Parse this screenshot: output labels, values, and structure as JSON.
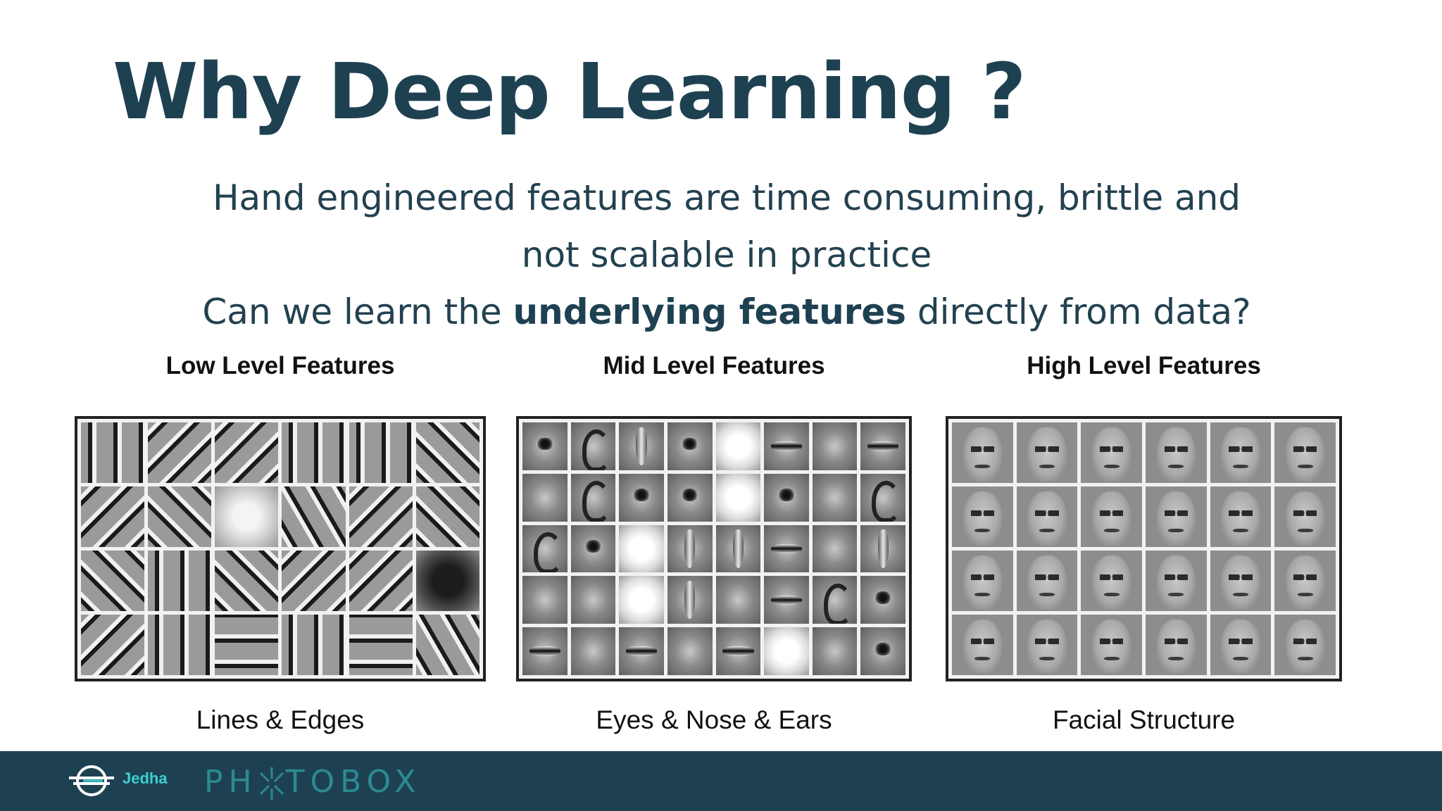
{
  "slide": {
    "title": "Why Deep Learning ?",
    "line1": "Hand engineered features are time consuming, brittle and",
    "line2": "not scalable in practice",
    "line3": {
      "before": "Can we learn the ",
      "bold": "underlying features",
      "after": " directly from data?"
    }
  },
  "panels": [
    {
      "heading": "Low Level Features",
      "caption": "Lines & Edges"
    },
    {
      "heading": "Mid Level Features",
      "caption": "Eyes & Nose & Ears"
    },
    {
      "heading": "High Level Features",
      "caption": "Facial Structure"
    }
  ],
  "footer": {
    "jedha": "Jedha",
    "photobox_a": "PH",
    "photobox_b": "TOBOX"
  },
  "colors": {
    "title": "#1e4152",
    "footer_bg": "#1e4152",
    "jedha_accent": "#3ccfd0",
    "photobox": "#2b8a92"
  }
}
